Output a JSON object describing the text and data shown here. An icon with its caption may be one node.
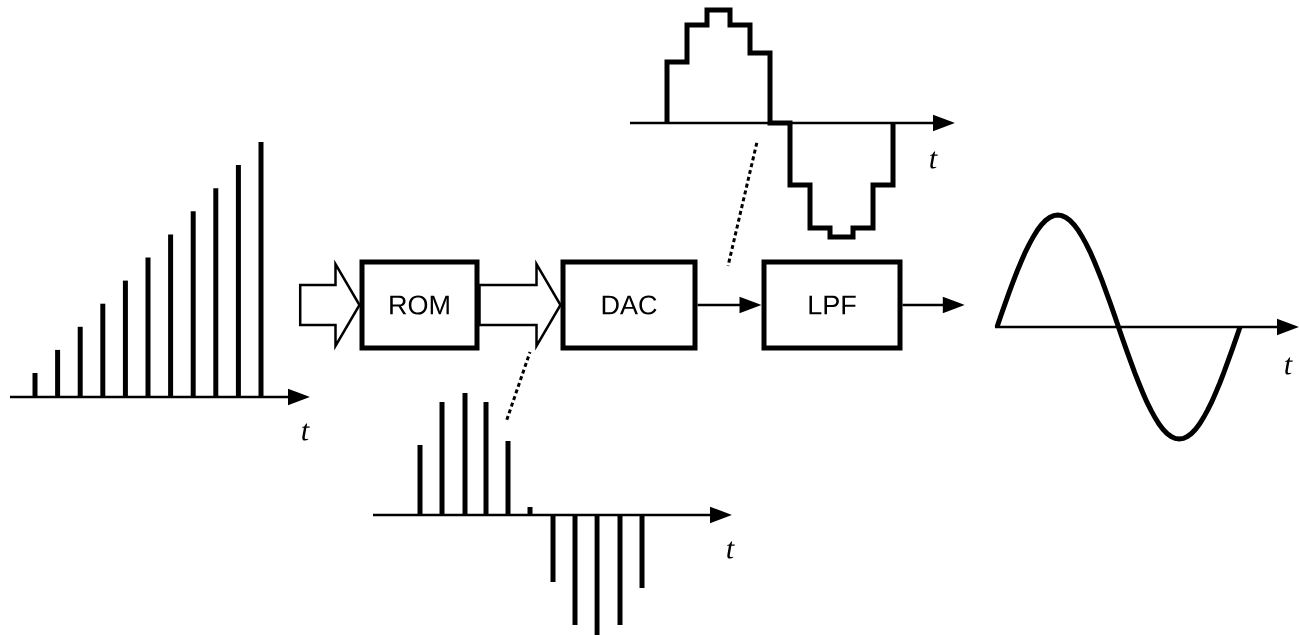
{
  "diagram": {
    "nodes": [
      {
        "text": [
          "t"
        ]
      },
      {
        "text": [
          "ROM"
        ]
      },
      {
        "text": [
          "DAC"
        ]
      },
      {
        "text": [
          "LPF"
        ]
      },
      {
        "text": [
          "t"
        ]
      },
      {
        "text": [
          "t"
        ]
      },
      {
        "text": [
          "t"
        ]
      }
    ],
    "edges": [
      {
        "from": 0,
        "to": 1,
        "arrow": "to",
        "style": "thick"
      },
      {
        "from": 1,
        "to": 2,
        "arrow": "to",
        "style": "thick"
      },
      {
        "from": 2,
        "to": 3,
        "arrow": "to"
      },
      {
        "from": 3,
        "to": 4,
        "arrow": "to"
      },
      {
        "from": 6,
        "to": null,
        "arrow": "none",
        "style": "dashed"
      },
      {
        "from": 5,
        "to": null,
        "arrow": "none",
        "style": "dashed"
      }
    ]
  }
}
